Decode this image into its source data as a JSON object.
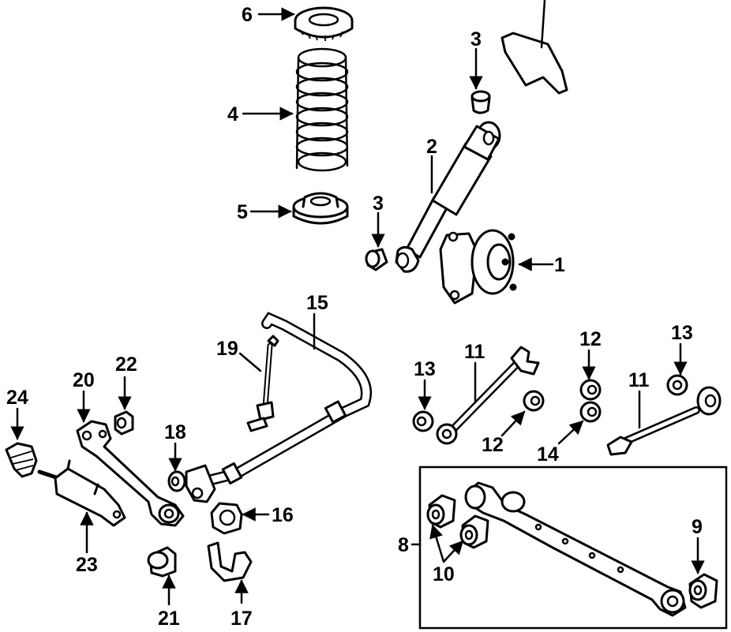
{
  "callouts": {
    "c1": "1",
    "c2": "2",
    "c3a": "3",
    "c3b": "3",
    "c4": "4",
    "c5": "5",
    "c6": "6",
    "c8": "8",
    "c9": "9",
    "c10": "10",
    "c11a": "11",
    "c11b": "11",
    "c12a": "12",
    "c12b": "12",
    "c13a": "13",
    "c13b": "13",
    "c14": "14",
    "c15": "15",
    "c16": "16",
    "c17": "17",
    "c18": "18",
    "c19": "19",
    "c20": "20",
    "c21": "21",
    "c22": "22",
    "c23": "23",
    "c24": "24"
  }
}
